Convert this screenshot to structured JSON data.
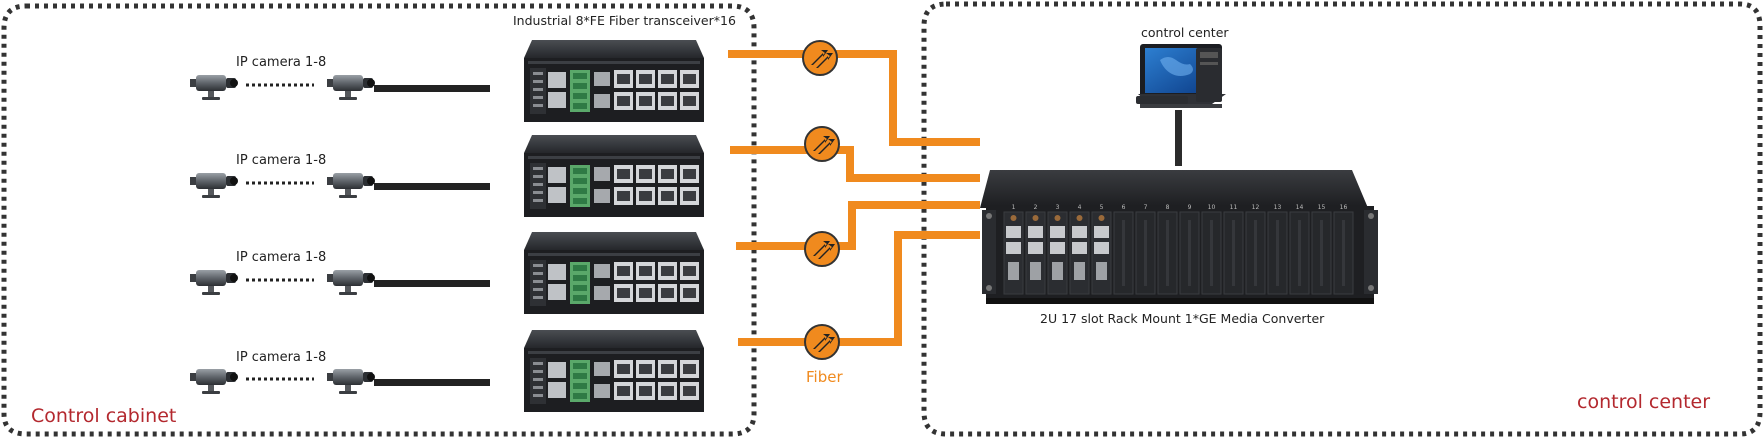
{
  "title": "Industrial 8*FE Fiber transceiver*16",
  "cameras": [
    {
      "label": "IP camera 1-8"
    },
    {
      "label": "IP camera 1-8"
    },
    {
      "label": "IP camera 1-8"
    },
    {
      "label": "IP camera 1-8"
    }
  ],
  "left_region_label": "Control cabinet",
  "right_region_label": "control center",
  "computer_label": "control center",
  "rack_label": "2U 17 slot Rack Mount  1*GE Media Converter",
  "fiber_label": "Fiber",
  "rack_slot_numbers": [
    "1",
    "2",
    "3",
    "4",
    "5",
    "6",
    "7",
    "8",
    "9",
    "10",
    "11",
    "12",
    "13",
    "14",
    "15",
    "16"
  ],
  "colors": {
    "fiber": "#f08a1e",
    "region_text": "#b3282e",
    "border": "#333333"
  }
}
